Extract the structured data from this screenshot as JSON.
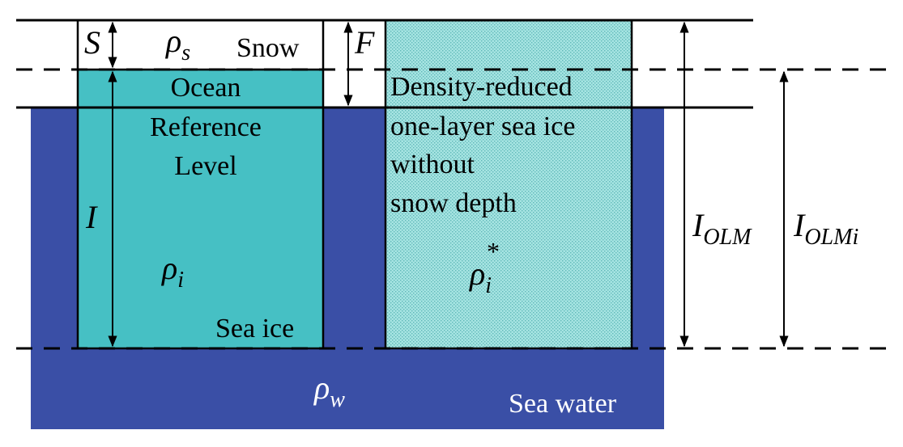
{
  "colors": {
    "sea_water": "#3a4fa6",
    "sea_ice": "#46c0c4",
    "hatched_ice": "#a6e4e2",
    "line": "#000000",
    "background": "#ffffff"
  },
  "labels": {
    "snow": "Snow",
    "ocean": "Ocean",
    "reference": "Reference",
    "level": "Level",
    "sea_ice": "Sea ice",
    "sea_water": "Sea water",
    "reduced_line1": "Density-reduced",
    "reduced_line2": "one-layer sea ice",
    "reduced_line3": "without",
    "reduced_line4": "snow depth"
  },
  "symbols": {
    "S": "S",
    "F": "F",
    "I": "I",
    "rho": "ρ",
    "rho_s_sub": "s",
    "rho_i_sub": "i",
    "rho_i_star_sub": "i",
    "rho_i_star_sup": "*",
    "rho_w_sub": "w",
    "I_OLM_sub": "OLM",
    "I_OLMi_sub": "OLMi"
  }
}
